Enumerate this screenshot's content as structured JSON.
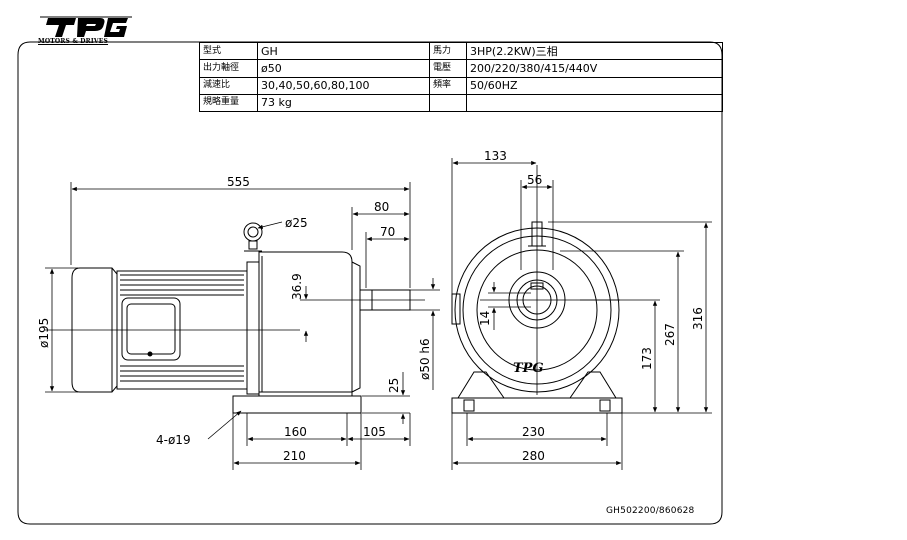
{
  "brand": {
    "logo_text": "TPG",
    "subtitle": "MOTORS & DRIVES"
  },
  "specs": [
    {
      "label": "型式",
      "value": "GH",
      "label2": "馬力",
      "value2": "3HP(2.2KW)三相"
    },
    {
      "label": "出力軸徑",
      "value": "ø50",
      "label2": "電壓",
      "value2": "200/220/380/415/440V"
    },
    {
      "label": "減速比",
      "value": "30,40,50,60,80,100",
      "label2": "頻率",
      "value2": "50/60HZ"
    },
    {
      "label": "規略重量",
      "value": "73 kg",
      "label2": "",
      "value2": ""
    }
  ],
  "dimensions": {
    "overall_length": "555",
    "shaft_80": "80",
    "shaft_70": "70",
    "eyebolt": "ø25",
    "key_height": "36.9",
    "motor_dia": "ø195",
    "shaft_dia": "ø50 h6",
    "base_h": "25",
    "mount_160": "160",
    "offset_105": "105",
    "base_210": "210",
    "holes": "4-ø19",
    "front_133": "133",
    "front_56": "56",
    "key_14": "14",
    "h_173": "173",
    "h_267": "267",
    "h_316": "316",
    "front_230": "230",
    "front_280": "280"
  },
  "document_number": "GH502200/860628"
}
